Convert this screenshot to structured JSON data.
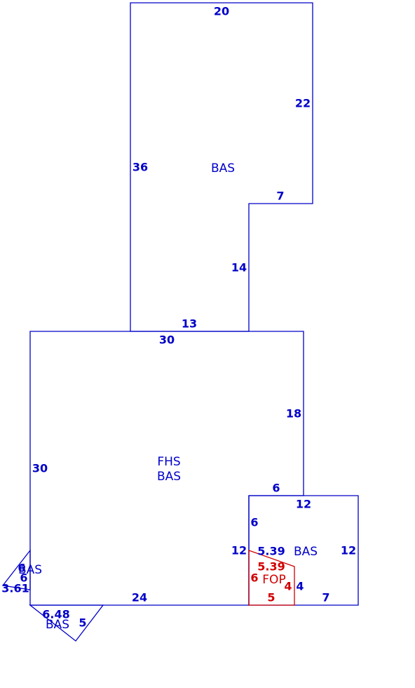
{
  "colors": {
    "primary": "#0000c8",
    "porch": "#d00000"
  },
  "areas": {
    "upper": "BAS",
    "main_line1": "FHS",
    "main_line2": "BAS",
    "right_addition": "BAS",
    "porch": "FOP",
    "left_wedge": "BAS",
    "bottom_wedge": "BAS"
  },
  "dimensions": {
    "upper_top": "20",
    "upper_right": "22",
    "upper_left": "36",
    "upper_step": "7",
    "upper_inner": "14",
    "upper_bottom": "13",
    "main_top": "30",
    "main_right": "18",
    "main_left": "30",
    "main_bottom": "24",
    "main_step": "6",
    "addition_top": "12",
    "addition_left_upper": "6",
    "addition_left": "12",
    "addition_right": "12",
    "addition_bottom": "7",
    "addition_inner": "4",
    "addition_diag": "5.39",
    "porch_diag": "5.39",
    "porch_left": "6",
    "porch_right": "4",
    "porch_bottom": "5",
    "wedge_left_6": "6",
    "wedge_left_6b": "6",
    "wedge_left_361": "3.61",
    "wedge_bottom_648": "6.48",
    "wedge_bottom_5": "5"
  }
}
